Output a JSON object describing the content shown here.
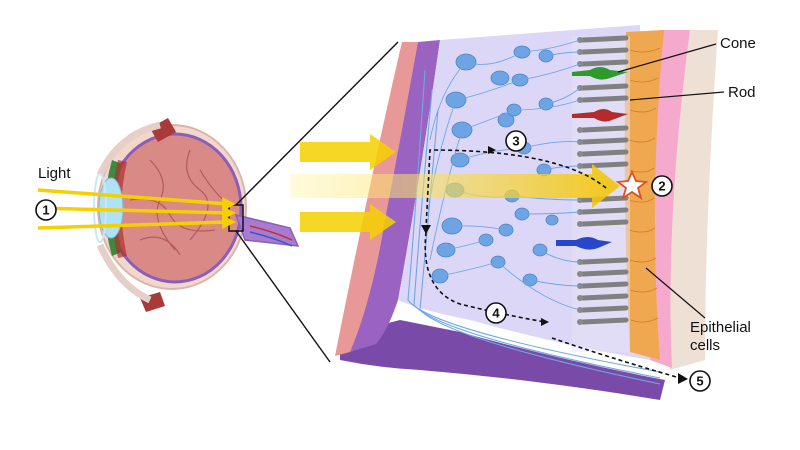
{
  "labels": {
    "light": "Light",
    "cone": "Cone",
    "rod": "Rod",
    "epithelial_line1": "Epithelial",
    "epithelial_line2": "cells"
  },
  "markers": {
    "m1": "1",
    "m2": "2",
    "m3": "3",
    "m4": "4",
    "m5": "5"
  },
  "colors": {
    "light_ray": "#f5d000",
    "sclera": "#e3a09b",
    "eyeball": "#d98a86",
    "retina_bg": "#dcd7f6",
    "rpe": "#f0a850",
    "choroid": "#f5a9cc",
    "sclera_outer": "#efe0d6",
    "nerve_fiber": "#6ea6e6",
    "optic_layer": "#9a63c2",
    "cone_highlight": "#2e9a2e",
    "rod_highlight": "#b52a2a",
    "blue_cone": "#2746c9"
  }
}
